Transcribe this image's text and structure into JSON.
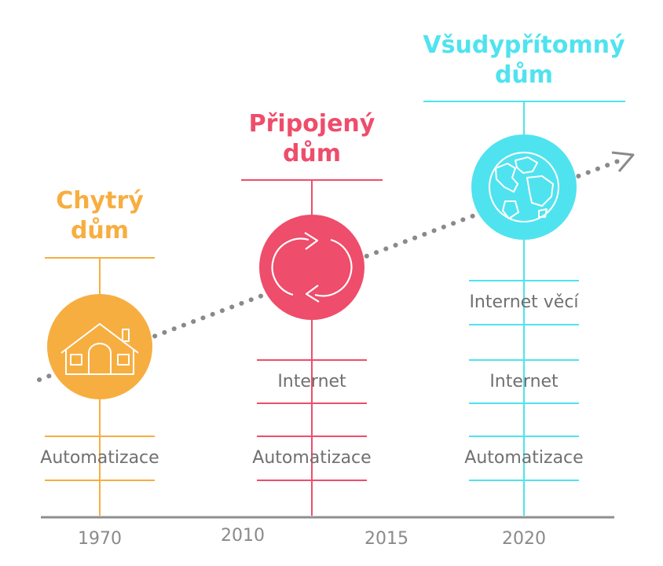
{
  "colors": {
    "smart": "#f7ae40",
    "connected": "#ee4d6b",
    "ubiquitous": "#4fe3ef",
    "timeline": "#8f8f8f",
    "labels": "#707070"
  },
  "stages": [
    {
      "title_line1": "Chytrý",
      "title_line2": "dům",
      "icon": "house-icon",
      "layers": [
        "Automatizace"
      ]
    },
    {
      "title_line1": "Připojený",
      "title_line2": "dům",
      "icon": "refresh-arrows-icon",
      "layers": [
        "Internet",
        "Automatizace"
      ]
    },
    {
      "title_line1": "Všudypřítomný",
      "title_line2": "dům",
      "icon": "globe-icon",
      "layers": [
        "Internet věcí",
        "Internet",
        "Automatizace"
      ]
    }
  ],
  "years": [
    "1970",
    "2010",
    "2015",
    "2020"
  ]
}
